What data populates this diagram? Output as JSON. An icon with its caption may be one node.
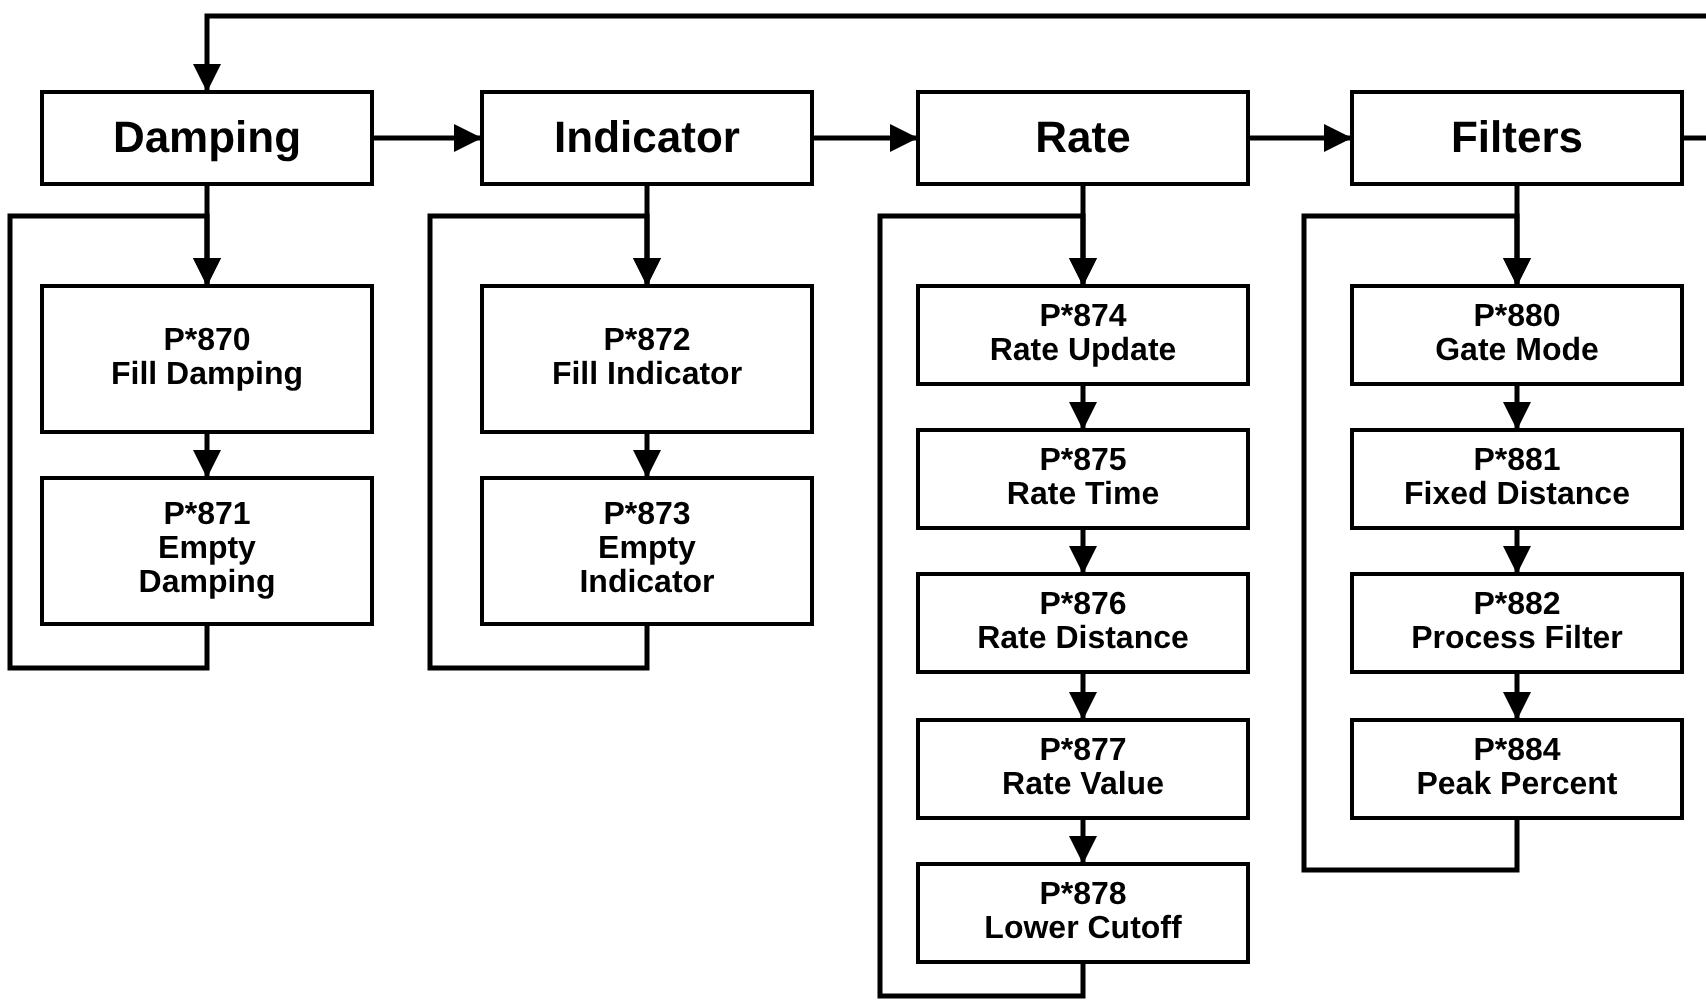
{
  "diagram": {
    "nodes": [
      {
        "text": [
          "Damping"
        ]
      },
      {
        "text": [
          "Indicator"
        ]
      },
      {
        "text": [
          "Rate"
        ]
      },
      {
        "text": [
          "Filters"
        ]
      },
      {
        "text": [
          "P*870",
          "Fill Damping"
        ]
      },
      {
        "text": [
          "P*871",
          "Empty Damping"
        ]
      },
      {
        "text": [
          "P*872",
          "Fill Indicator"
        ]
      },
      {
        "text": [
          "P*873",
          "Empty Indicator"
        ]
      },
      {
        "text": [
          "P*874",
          "Rate Update"
        ]
      },
      {
        "text": [
          "P*875",
          "Rate Time"
        ]
      },
      {
        "text": [
          "P*876",
          "Rate Distance"
        ]
      },
      {
        "text": [
          "P*877",
          "Rate Value"
        ]
      },
      {
        "text": [
          "P*878",
          "Lower Cutoff"
        ]
      },
      {
        "text": [
          "P*880",
          "Gate Mode"
        ]
      },
      {
        "text": [
          "P*881",
          "Fixed Distance"
        ]
      },
      {
        "text": [
          "P*882",
          "Process Filter"
        ]
      },
      {
        "text": [
          "P*884",
          "Peak Percent"
        ]
      }
    ],
    "edges": [
      {
        "from": 0,
        "to": 1,
        "arrow": "to"
      },
      {
        "from": 1,
        "to": 2,
        "arrow": "to"
      },
      {
        "from": 2,
        "to": 3,
        "arrow": "to"
      },
      {
        "from": 3,
        "to": null,
        "arrow": "none"
      },
      {
        "from": null,
        "to": 0,
        "arrow": "to"
      },
      {
        "from": 0,
        "to": 4,
        "arrow": "to"
      },
      {
        "from": 4,
        "to": 5,
        "arrow": "to"
      },
      {
        "from": 5,
        "to": 4,
        "arrow": "to"
      },
      {
        "from": 1,
        "to": 6,
        "arrow": "to"
      },
      {
        "from": 6,
        "to": 7,
        "arrow": "to"
      },
      {
        "from": 7,
        "to": 6,
        "arrow": "to"
      },
      {
        "from": 2,
        "to": 8,
        "arrow": "to"
      },
      {
        "from": 8,
        "to": 9,
        "arrow": "to"
      },
      {
        "from": 9,
        "to": 10,
        "arrow": "to"
      },
      {
        "from": 10,
        "to": 11,
        "arrow": "to"
      },
      {
        "from": 11,
        "to": 12,
        "arrow": "to"
      },
      {
        "from": 12,
        "to": 8,
        "arrow": "to"
      },
      {
        "from": 3,
        "to": 13,
        "arrow": "to"
      },
      {
        "from": 13,
        "to": 14,
        "arrow": "to"
      },
      {
        "from": 14,
        "to": 15,
        "arrow": "to"
      },
      {
        "from": 15,
        "to": 16,
        "arrow": "to"
      },
      {
        "from": 16,
        "to": 13,
        "arrow": "to"
      }
    ]
  }
}
